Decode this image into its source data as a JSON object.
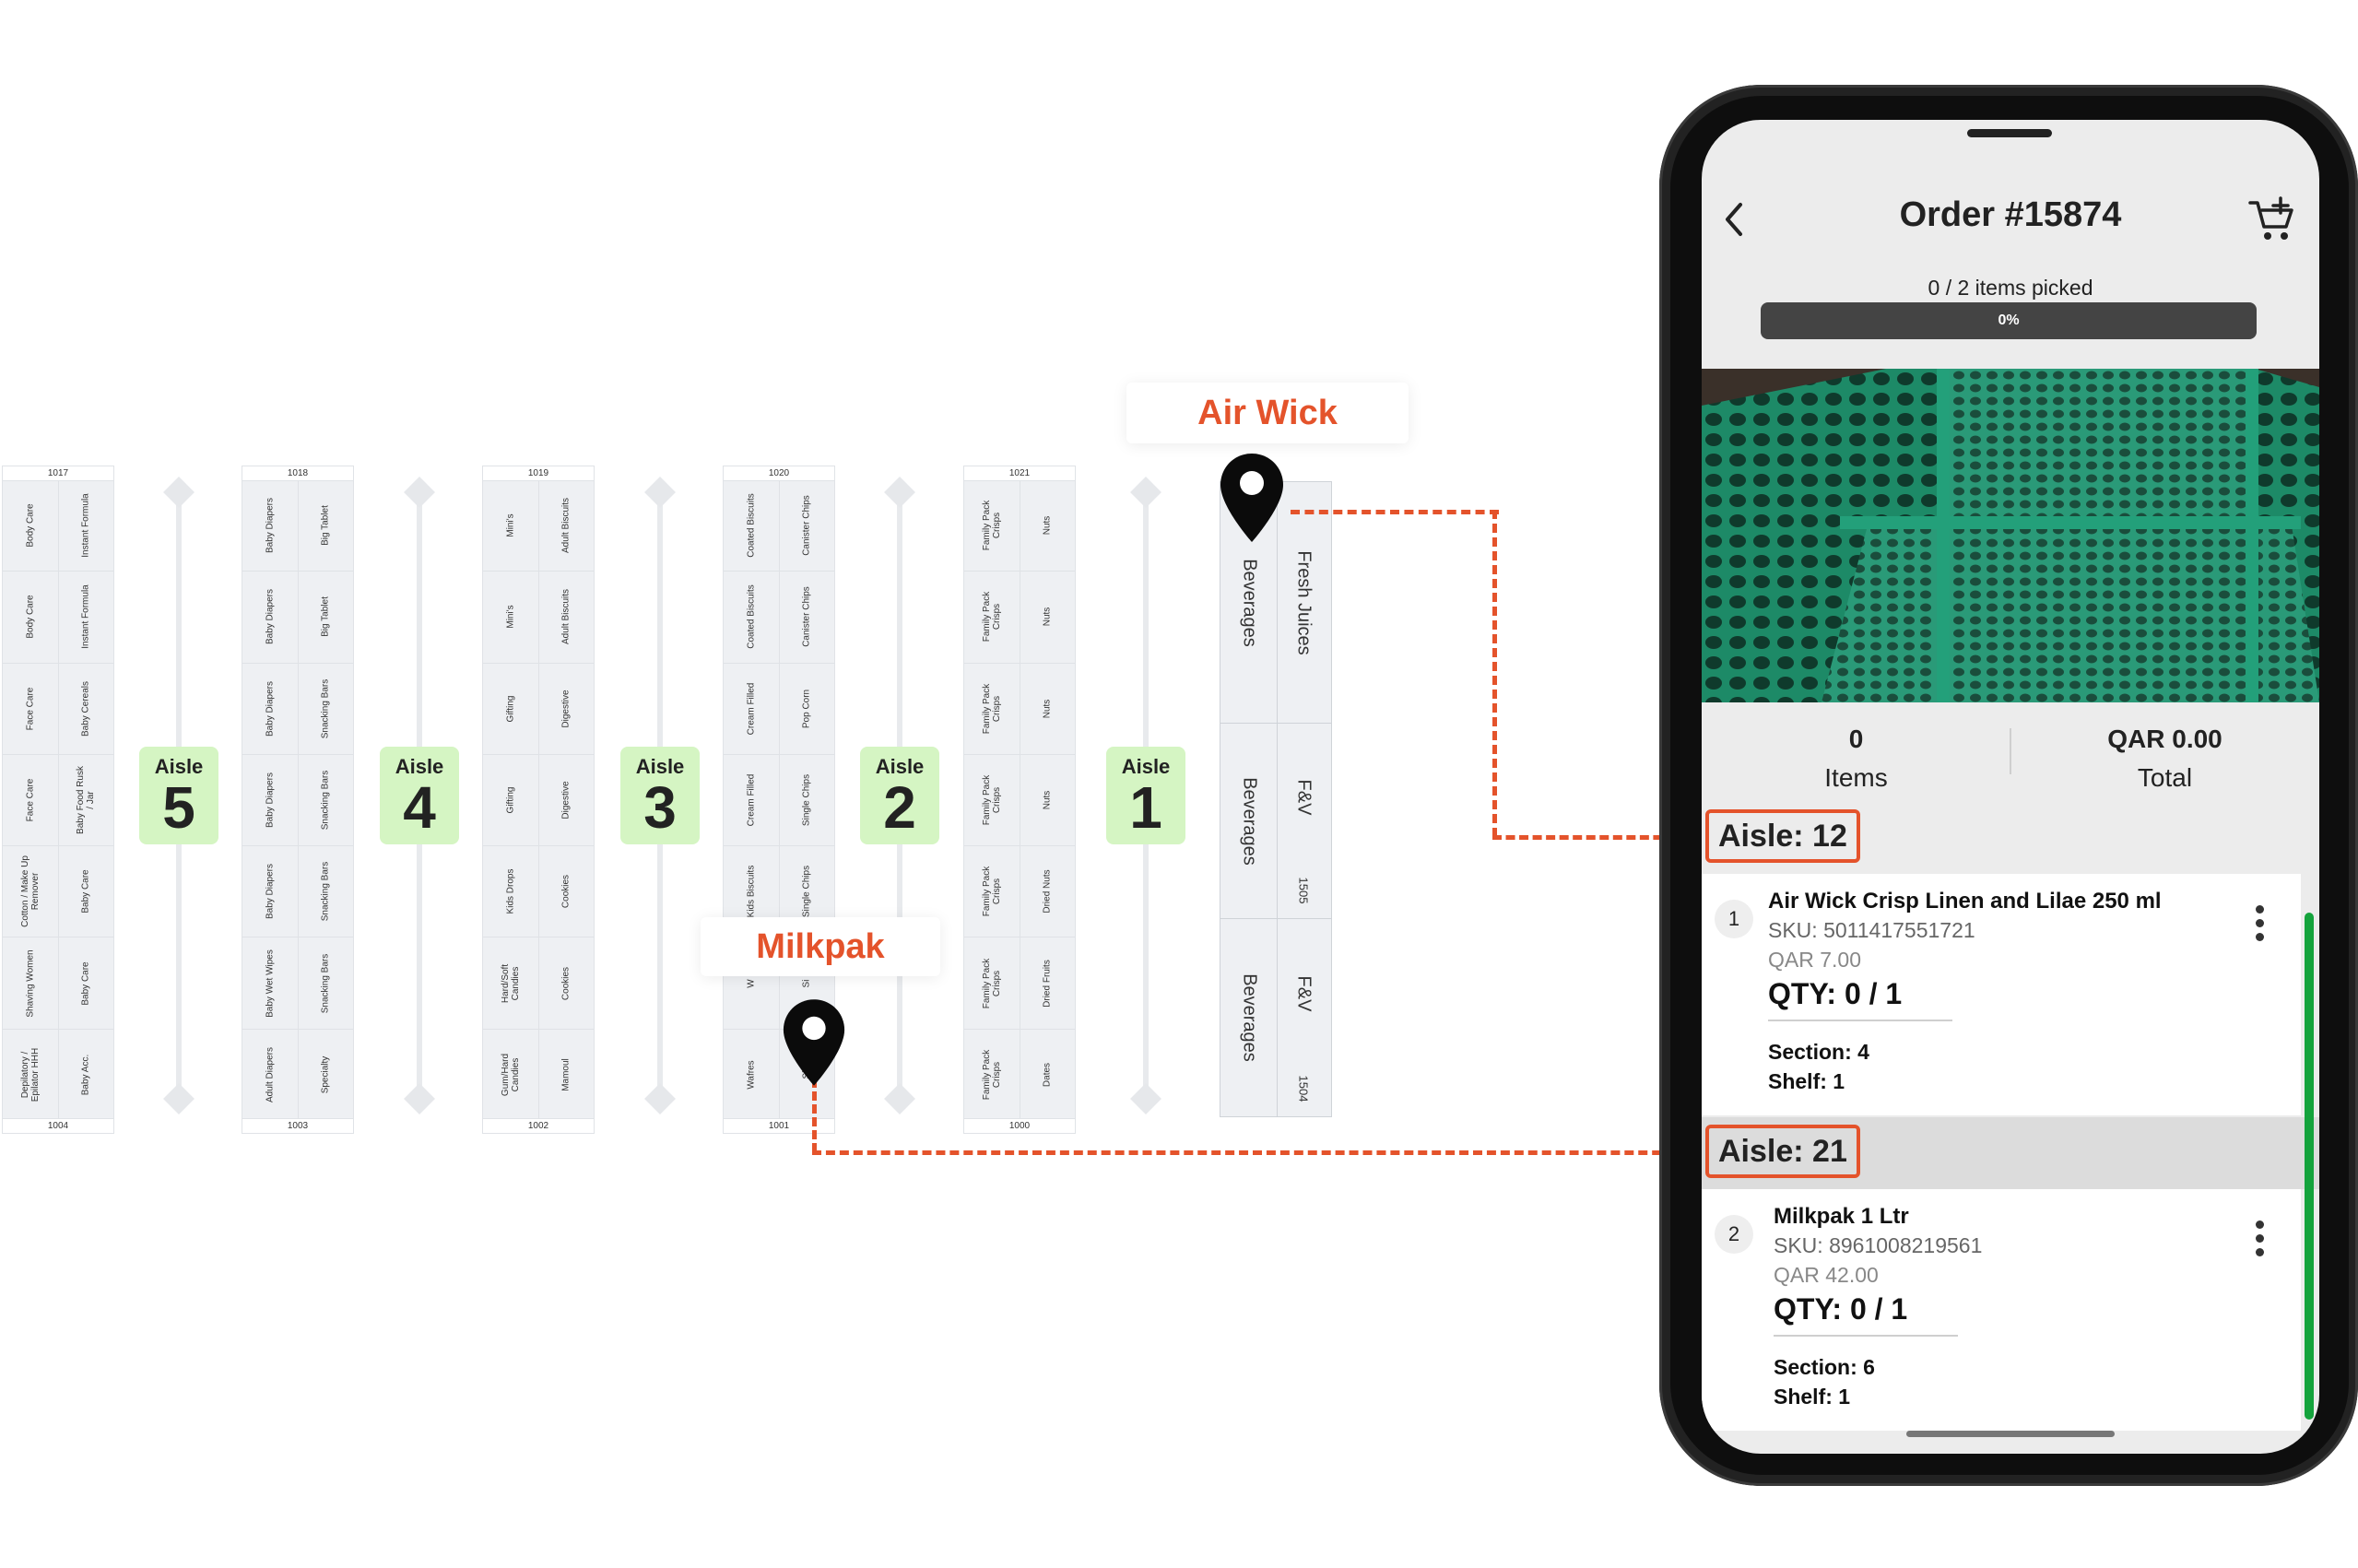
{
  "map": {
    "gondolas": [
      {
        "top_number": "1017",
        "bottom_number": "1004",
        "left": [
          "Body Care",
          "Body Care",
          "Face Care",
          "Face Care",
          "Cotton / Make Up Remover",
          "Shaving Women",
          "Depilatory / Epilator HHH"
        ],
        "right": [
          "Instant Formula",
          "Instant Formula",
          "Baby Cereals",
          "Baby Food Rusk / Jar",
          "Baby Care",
          "Baby Care",
          "Baby Acc."
        ]
      },
      {
        "top_number": "1018",
        "bottom_number": "1003",
        "left": [
          "Baby Diapers",
          "Baby Diapers",
          "Baby Diapers",
          "Baby Diapers",
          "Baby Diapers",
          "Baby Wet Wipes",
          "Adult Diapers"
        ],
        "right": [
          "Big Tablet",
          "Big Tablet",
          "Snacking Bars",
          "Snacking Bars",
          "Snacking Bars",
          "Snacking Bars",
          "Specialty"
        ]
      },
      {
        "top_number": "1019",
        "bottom_number": "1002",
        "left": [
          "Mini's",
          "Mini's",
          "Gifting",
          "Gifting",
          "Kids Drops",
          "Hard/Soft Candies",
          "Gum/Hard Candies"
        ],
        "right": [
          "Adult Biscuits",
          "Adult Biscuits",
          "Digestive",
          "Digestive",
          "Cookies",
          "Cookies",
          "Mamoul"
        ]
      },
      {
        "top_number": "1020",
        "bottom_number": "1001",
        "left": [
          "Coated Biscuits",
          "Coated Biscuits",
          "Cream Filled",
          "Cream Filled",
          "Kids Biscuits",
          "W",
          "Wafres"
        ],
        "right": [
          "Canister Chips",
          "Canister Chips",
          "Pop Corn",
          "Single Chips",
          "Single Chips",
          "Si",
          "Si"
        ]
      },
      {
        "top_number": "1021",
        "bottom_number": "1000",
        "left": [
          "Family Pack Crisps",
          "Family Pack Crisps",
          "Family Pack Crisps",
          "Family Pack Crisps",
          "Family Pack Crisps",
          "Family Pack Crisps",
          "Family Pack Crisps"
        ],
        "right": [
          "Nuts",
          "Nuts",
          "Nuts",
          "Nuts",
          "Dried Nuts",
          "Dried Fruits",
          "Dates"
        ]
      }
    ],
    "aisles": [
      {
        "label": "Aisle",
        "number": "5"
      },
      {
        "label": "Aisle",
        "number": "4"
      },
      {
        "label": "Aisle",
        "number": "3"
      },
      {
        "label": "Aisle",
        "number": "2"
      },
      {
        "label": "Aisle",
        "number": "1"
      }
    ],
    "fresh_unit": {
      "left": [
        "Beverages",
        "Beverages",
        "Beverages"
      ],
      "right": [
        "Fresh Juices",
        "F&V",
        "F&V"
      ],
      "right_numbers": [
        "",
        "1505",
        "1504"
      ]
    }
  },
  "callouts": {
    "airwick": "Air Wick",
    "milkpak": "Milkpak"
  },
  "colors": {
    "accent": "#e4532b",
    "aisle_badge": "#d5f5c3",
    "progress_bg": "#444444",
    "active_bar": "#14a33c"
  },
  "phone": {
    "title": "Order #15874",
    "back_icon": "chevron-left-icon",
    "cart_icon": "cart-add-icon",
    "picked_text": "0 / 2 items picked",
    "progress": {
      "value": 0,
      "label": "0%"
    },
    "stats": {
      "items_value": "0",
      "items_label": "Items",
      "total_value": "QAR 0.00",
      "total_label": "Total"
    },
    "groups": [
      {
        "aisle": "Aisle: 12",
        "item": {
          "num": "1",
          "name": "Air Wick Crisp Linen and Lilae 250 ml",
          "sku": "SKU: 5011417551721",
          "price": "QAR 7.00",
          "qty": "QTY: 0 / 1",
          "section": "Section: 4",
          "shelf": "Shelf: 1"
        }
      },
      {
        "aisle": "Aisle: 21",
        "item": {
          "num": "2",
          "name": "Milkpak 1 Ltr",
          "sku": "SKU: 8961008219561",
          "price": "QAR 42.00",
          "qty": "QTY: 0 / 1",
          "section": "Section: 6",
          "shelf": "Shelf: 1"
        }
      }
    ]
  }
}
